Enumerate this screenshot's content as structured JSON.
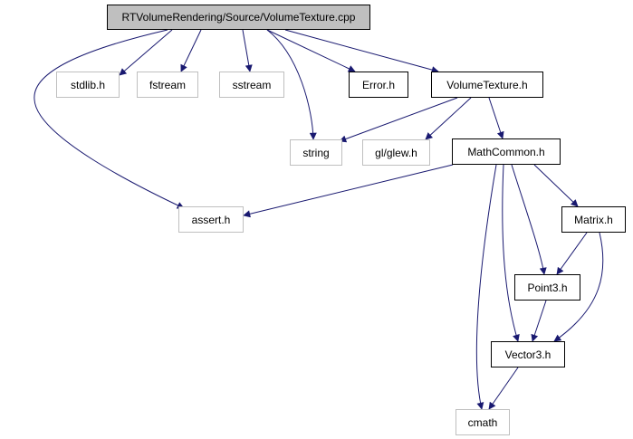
{
  "graph": {
    "title": "RTVolumeRendering/Source/VolumeTexture.cpp",
    "edge_color": "#191970",
    "root_fill": "#bfbfbf",
    "external_border": "#bfbfbf",
    "internal_border": "#000000",
    "nodes": {
      "root": {
        "label": "RTVolumeRendering/Source/VolumeTexture.cpp",
        "kind": "root"
      },
      "stdlib": {
        "label": "stdlib.h",
        "kind": "external"
      },
      "fstream": {
        "label": "fstream",
        "kind": "external"
      },
      "sstream": {
        "label": "sstream",
        "kind": "external"
      },
      "error": {
        "label": "Error.h",
        "kind": "documented"
      },
      "volumetexture": {
        "label": "VolumeTexture.h",
        "kind": "documented"
      },
      "string": {
        "label": "string",
        "kind": "external"
      },
      "glew": {
        "label": "gl/glew.h",
        "kind": "external"
      },
      "mathcommon": {
        "label": "MathCommon.h",
        "kind": "documented"
      },
      "assert": {
        "label": "assert.h",
        "kind": "external"
      },
      "matrix": {
        "label": "Matrix.h",
        "kind": "documented"
      },
      "point3": {
        "label": "Point3.h",
        "kind": "documented"
      },
      "vector3": {
        "label": "Vector3.h",
        "kind": "documented"
      },
      "cmath": {
        "label": "cmath",
        "kind": "external"
      }
    },
    "edges": [
      [
        "root",
        "stdlib"
      ],
      [
        "root",
        "fstream"
      ],
      [
        "root",
        "sstream"
      ],
      [
        "root",
        "error"
      ],
      [
        "root",
        "volumetexture"
      ],
      [
        "root",
        "string"
      ],
      [
        "root",
        "assert"
      ],
      [
        "volumetexture",
        "string"
      ],
      [
        "volumetexture",
        "glew"
      ],
      [
        "volumetexture",
        "mathcommon"
      ],
      [
        "mathcommon",
        "assert"
      ],
      [
        "mathcommon",
        "matrix"
      ],
      [
        "mathcommon",
        "point3"
      ],
      [
        "mathcommon",
        "vector3"
      ],
      [
        "mathcommon",
        "cmath"
      ],
      [
        "matrix",
        "point3"
      ],
      [
        "matrix",
        "vector3"
      ],
      [
        "point3",
        "vector3"
      ],
      [
        "vector3",
        "cmath"
      ]
    ]
  }
}
